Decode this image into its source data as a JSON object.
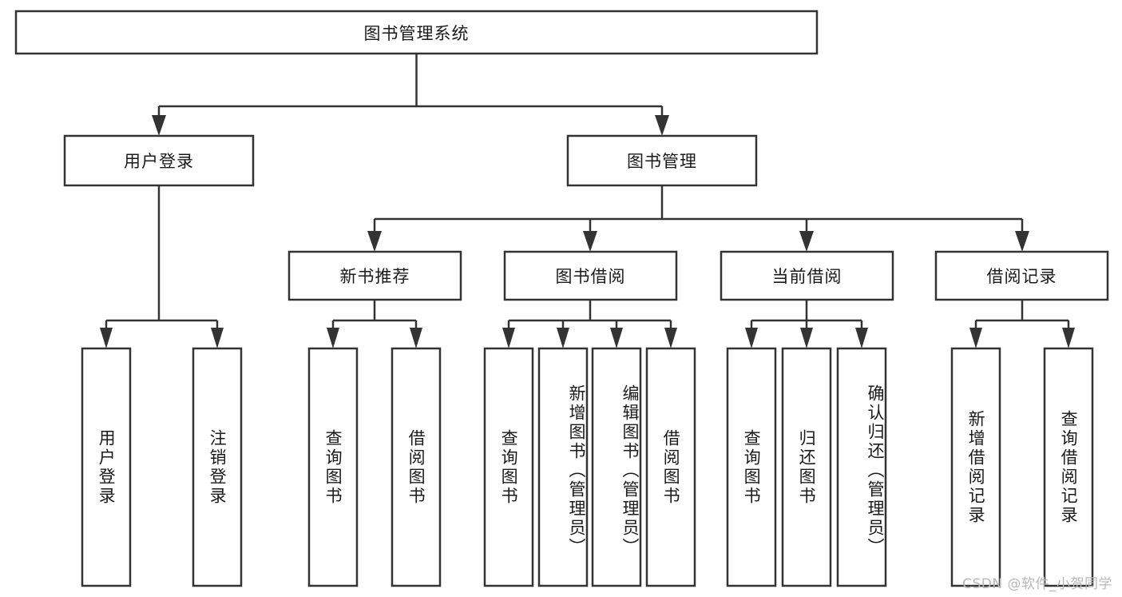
{
  "diagram": {
    "type": "tree",
    "title": "图书管理系统",
    "watermark": "CSDN @软件_小贺同学",
    "colors": {
      "stroke": "#333333",
      "fill": "#ffffff",
      "text": "#1a1a1a",
      "watermark": "#b8b8b8"
    },
    "nodes": {
      "root": {
        "label": "图书管理系统",
        "level": 1,
        "orientation": "horizontal"
      },
      "n_user_login": {
        "label": "用户登录",
        "level": 2,
        "orientation": "horizontal"
      },
      "n_book_mgmt": {
        "label": "图书管理",
        "level": 2,
        "orientation": "horizontal"
      },
      "n_new_book_rec": {
        "label": "新书推荐",
        "level": 3,
        "orientation": "horizontal"
      },
      "n_book_borrow": {
        "label": "图书借阅",
        "level": 3,
        "orientation": "horizontal"
      },
      "n_current_borrow": {
        "label": "当前借阅",
        "level": 3,
        "orientation": "horizontal"
      },
      "n_borrow_record": {
        "label": "借阅记录",
        "level": 3,
        "orientation": "horizontal"
      },
      "l_user_login": {
        "label": "用户登录",
        "level": 4,
        "orientation": "vertical"
      },
      "l_user_logout": {
        "label": "注销登录",
        "level": 4,
        "orientation": "vertical"
      },
      "l_rec_query": {
        "label": "查询图书",
        "level": 4,
        "orientation": "vertical"
      },
      "l_rec_borrow": {
        "label": "借阅图书",
        "level": 4,
        "orientation": "vertical"
      },
      "l_bb_query": {
        "label": "查询图书",
        "level": 4,
        "orientation": "vertical"
      },
      "l_bb_add": {
        "label": "新增图书（管理员）",
        "level": 4,
        "orientation": "vertical"
      },
      "l_bb_edit": {
        "label": "编辑图书（管理员）",
        "level": 4,
        "orientation": "vertical"
      },
      "l_bb_borrow": {
        "label": "借阅图书",
        "level": 4,
        "orientation": "vertical"
      },
      "l_cb_query": {
        "label": "查询图书",
        "level": 4,
        "orientation": "vertical"
      },
      "l_cb_return": {
        "label": "归还图书",
        "level": 4,
        "orientation": "vertical"
      },
      "l_cb_confirm": {
        "label": "确认归还（管理员）",
        "level": 4,
        "orientation": "vertical"
      },
      "l_br_add": {
        "label": "新增借阅记录",
        "level": 4,
        "orientation": "vertical"
      },
      "l_br_query": {
        "label": "查询借阅记录",
        "level": 4,
        "orientation": "vertical"
      }
    },
    "edges": [
      {
        "from": "root",
        "to": "n_user_login"
      },
      {
        "from": "root",
        "to": "n_book_mgmt"
      },
      {
        "from": "n_user_login",
        "to": "l_user_login"
      },
      {
        "from": "n_user_login",
        "to": "l_user_logout"
      },
      {
        "from": "n_book_mgmt",
        "to": "n_new_book_rec"
      },
      {
        "from": "n_book_mgmt",
        "to": "n_book_borrow"
      },
      {
        "from": "n_book_mgmt",
        "to": "n_current_borrow"
      },
      {
        "from": "n_book_mgmt",
        "to": "n_borrow_record"
      },
      {
        "from": "n_new_book_rec",
        "to": "l_rec_query"
      },
      {
        "from": "n_new_book_rec",
        "to": "l_rec_borrow"
      },
      {
        "from": "n_book_borrow",
        "to": "l_bb_query"
      },
      {
        "from": "n_book_borrow",
        "to": "l_bb_add"
      },
      {
        "from": "n_book_borrow",
        "to": "l_bb_edit"
      },
      {
        "from": "n_book_borrow",
        "to": "l_bb_borrow"
      },
      {
        "from": "n_current_borrow",
        "to": "l_cb_query"
      },
      {
        "from": "n_current_borrow",
        "to": "l_cb_return"
      },
      {
        "from": "n_current_borrow",
        "to": "l_cb_confirm"
      },
      {
        "from": "n_borrow_record",
        "to": "l_br_add"
      },
      {
        "from": "n_borrow_record",
        "to": "l_br_query"
      }
    ]
  }
}
